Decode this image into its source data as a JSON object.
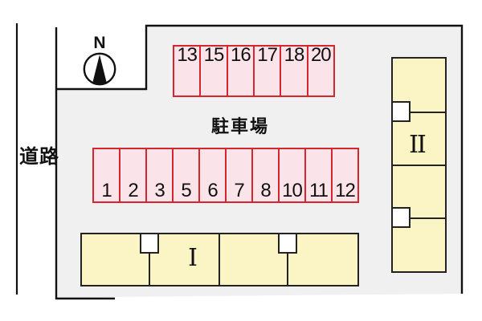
{
  "site_plan": {
    "road_label": "道路",
    "parking_label": "駐車場",
    "compass_label": "N",
    "parking_rows": {
      "top": [
        "13",
        "15",
        "16",
        "17",
        "18",
        "20"
      ],
      "middle": [
        "1",
        "2",
        "3",
        "5",
        "6",
        "7",
        "8",
        "10",
        "11",
        "12"
      ]
    },
    "buildings": [
      {
        "label": "I"
      },
      {
        "label": "II"
      }
    ],
    "colors": {
      "site_fill": "#F0F0F0",
      "parking_fill": "#FBE3EA",
      "parking_border": "#D5262E",
      "building_fill": "#FBF4C5",
      "building_border": "#222222",
      "line_color": "#111111"
    }
  }
}
